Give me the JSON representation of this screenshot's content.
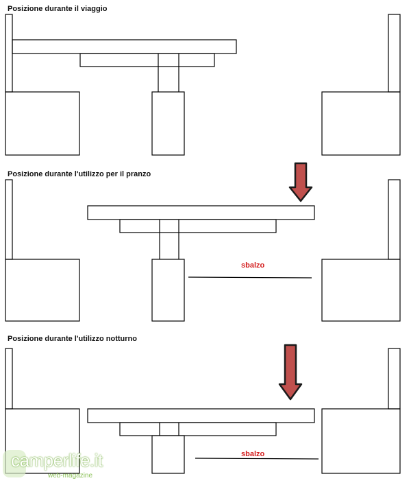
{
  "panels": [
    {
      "title": "Posizione durante il viaggio"
    },
    {
      "title": "Posizione durante l'utilizzo per il pranzo",
      "overhang_label": "sbalzo"
    },
    {
      "title": "Posizione durante l'utilizzo notturno",
      "overhang_label": "sbalzo"
    }
  ],
  "watermark": {
    "name": "camperlife.it",
    "tagline": "web-magazine"
  },
  "colors": {
    "line": "#000000",
    "arrow_fill": "#c0504d",
    "arrow_stroke": "#1a1a1a",
    "label_red": "#d42020",
    "logo_green": "#8dc25a"
  },
  "icons": {
    "arrow": "down-arrow-icon"
  }
}
